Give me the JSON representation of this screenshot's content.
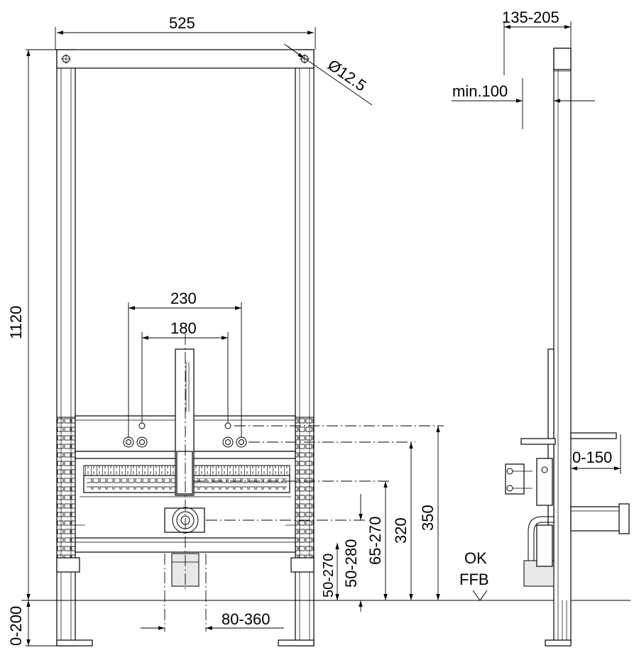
{
  "dimensions": {
    "frame_width": "525",
    "hole_diameter": "Ø12.5",
    "frame_height": "1120",
    "foot_adjust": "0-200",
    "connection_230": "230",
    "connection_180": "180",
    "drain_offset": "80-360",
    "depth": "135-205",
    "min_clearance": "min.100",
    "projection": "0-150",
    "h_350": "350",
    "h_320": "320",
    "h_65_270": "65-270",
    "h_50_280": "50-280",
    "h_50_270": "50-270"
  },
  "floor": {
    "line1": "OK",
    "line2": "FFB"
  }
}
